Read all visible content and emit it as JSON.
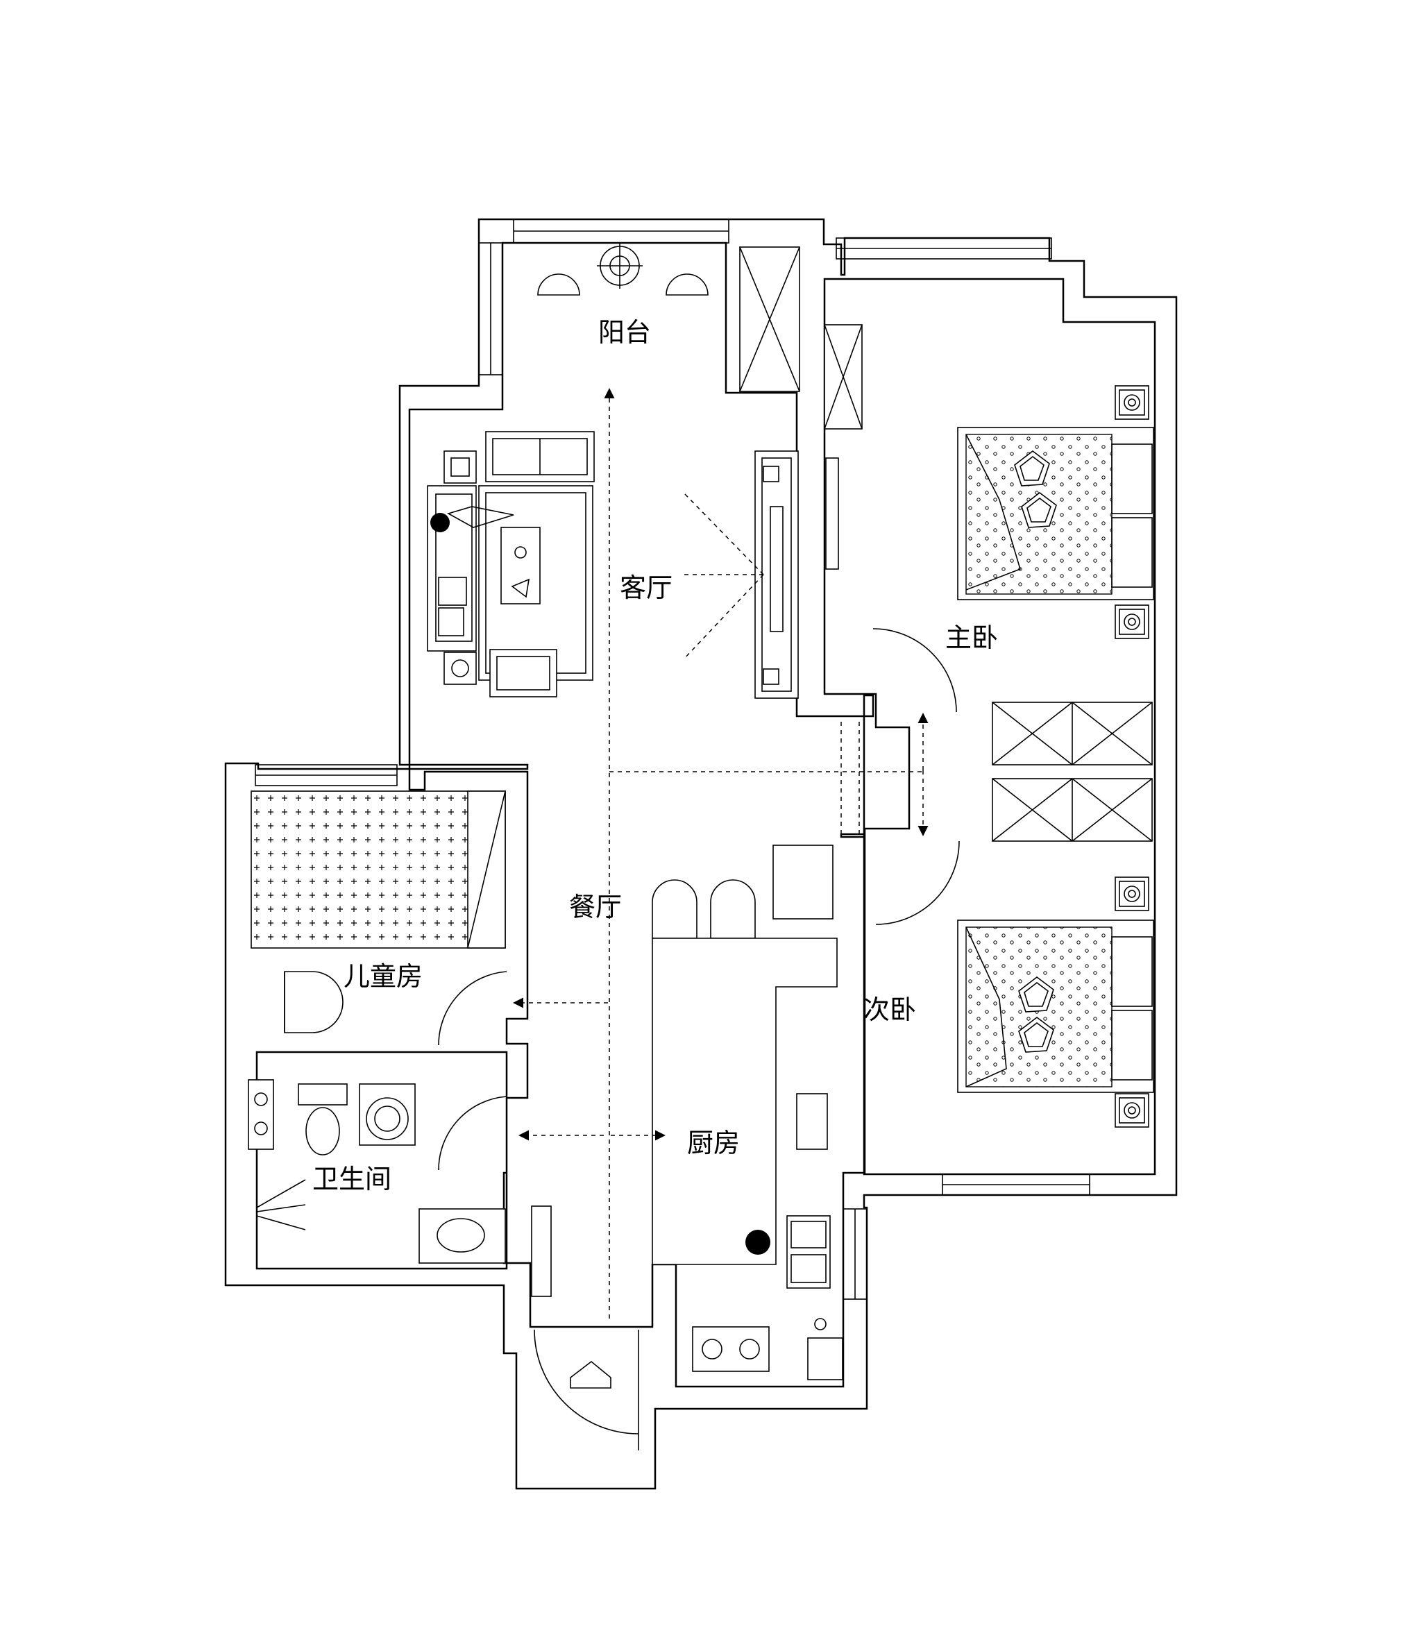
{
  "rooms": {
    "balcony": "阳台",
    "living_room": "客厅",
    "master_bedroom": "主卧",
    "dining_room": "餐厅",
    "kids_room": "儿童房",
    "second_bedroom": "次卧",
    "kitchen": "厨房",
    "bathroom": "卫生间"
  }
}
